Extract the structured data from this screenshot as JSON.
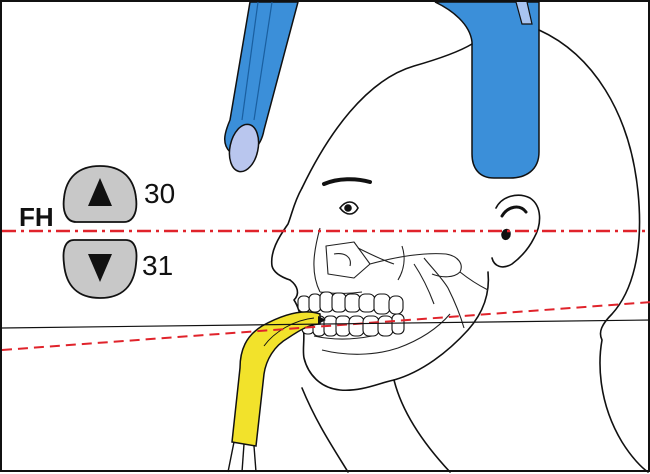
{
  "labels": {
    "plane": "FH",
    "up_value": "30",
    "down_value": "31"
  },
  "controls": {
    "up_icon": "triangle-up-icon",
    "down_icon": "triangle-down-icon"
  },
  "colors": {
    "reference_line": "#e0232b",
    "headrest": "#3b8fd9",
    "bite_block": "#f2e22b",
    "button_fill": "#c8c8c8",
    "outline": "#111111"
  }
}
